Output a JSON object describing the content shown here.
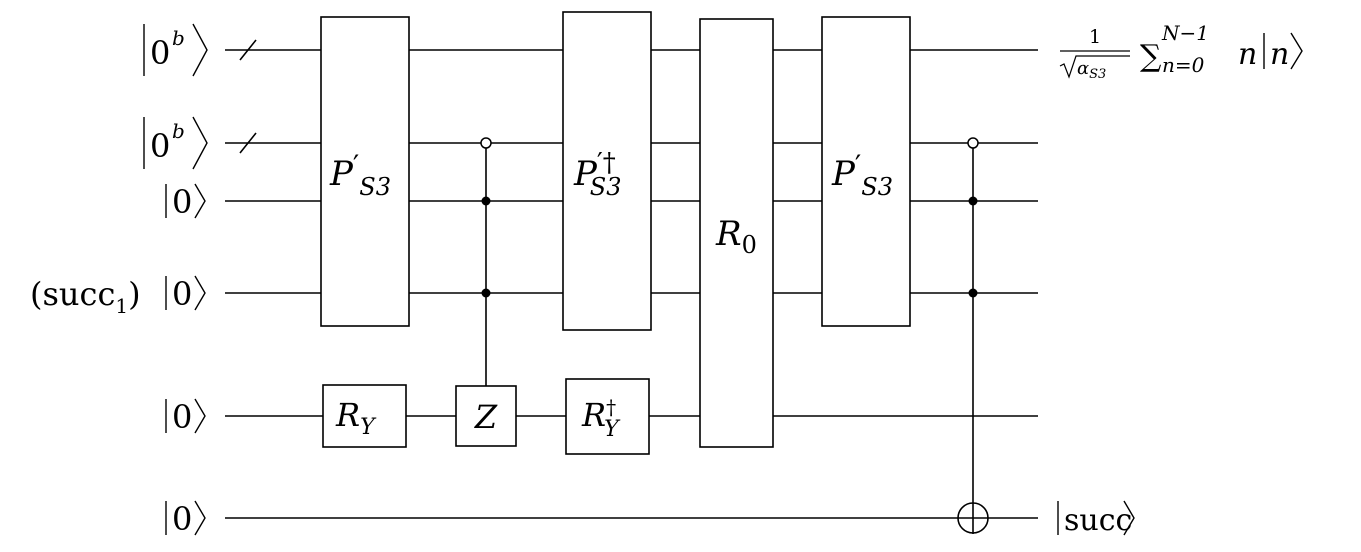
{
  "diagram": {
    "type": "quantum-circuit",
    "inputs": [
      {
        "ket": "0",
        "superscript": "b",
        "register_slash": true
      },
      {
        "ket": "0",
        "superscript": "b",
        "register_slash": true
      },
      {
        "ket": "0"
      },
      {
        "ket": "0",
        "prefix_label": "(succ",
        "prefix_subscript": "1",
        "prefix_close": ")"
      },
      {
        "ket": "0"
      },
      {
        "ket": "0"
      }
    ],
    "gates": [
      {
        "id": "p1",
        "label": "P",
        "prime": "′",
        "subscript": "S3"
      },
      {
        "id": "ry",
        "label": "R",
        "subscript": "Y"
      },
      {
        "id": "z",
        "label": "Z"
      },
      {
        "id": "pdag",
        "label": "P",
        "prime": "′†",
        "subscript": "S3"
      },
      {
        "id": "rydag",
        "label": "R",
        "superscript": "†",
        "subscript": "Y"
      },
      {
        "id": "r0",
        "label": "R",
        "subscript": "0"
      },
      {
        "id": "p2",
        "label": "P",
        "prime": "′",
        "subscript": "S3"
      }
    ],
    "outputs": {
      "top": {
        "frac_num": "1",
        "sqrt_var": "α",
        "sqrt_sub": "S3",
        "sum_symbol": "∑",
        "sum_upper": "N−1",
        "sum_lower": "n=0",
        "term_var": "n",
        "ket_var": "n"
      },
      "bottom": {
        "ket": "succ"
      }
    }
  }
}
